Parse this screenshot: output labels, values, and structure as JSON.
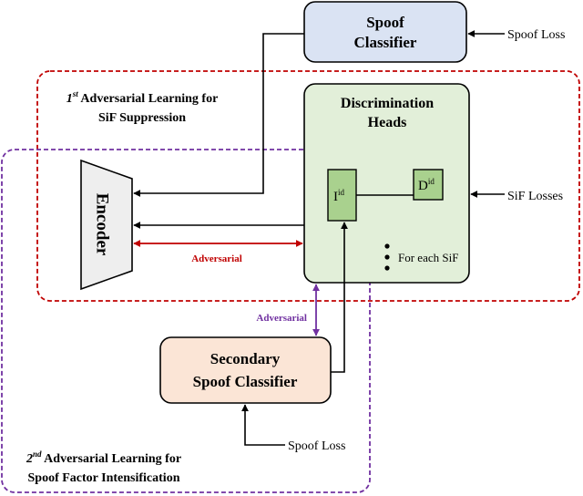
{
  "colors": {
    "spoof_classifier_fill": "#dae3f3",
    "discrimination_fill": "#e2efd9",
    "inner_block_fill": "#a9d18e",
    "secondary_fill": "#fbe5d6",
    "encoder_fill": "#eeeeee",
    "region1_border": "#c00000",
    "region2_border": "#7030a0",
    "adversarial1": "#c00000",
    "adversarial2": "#7030a0"
  },
  "spoof_classifier": {
    "line1": "Spoof",
    "line2": "Classifier"
  },
  "spoof_loss_top": "Spoof Loss",
  "discrimination": {
    "line1": "Discrimination",
    "line2": "Heads"
  },
  "i_block": {
    "base": "I",
    "sup": "id"
  },
  "d_block": {
    "base": "D",
    "sup": "id"
  },
  "for_each": "For each SiF",
  "sif_losses": "SiF Losses",
  "encoder": "Encoder",
  "adversarial_red": "Adversarial",
  "adversarial_purple": "Adversarial",
  "secondary": {
    "line1": "Secondary",
    "line2": "Spoof Classifier"
  },
  "spoof_loss_bottom": "Spoof Loss",
  "region1": {
    "ordinal": "1",
    "ordinal_sup": "st",
    "line1": " Adversarial Learning  for",
    "line2": "SiF Suppression"
  },
  "region2": {
    "ordinal": "2",
    "ordinal_sup": "nd",
    "line1": " Adversarial Learning  for",
    "line2": "Spoof Factor Intensification"
  }
}
